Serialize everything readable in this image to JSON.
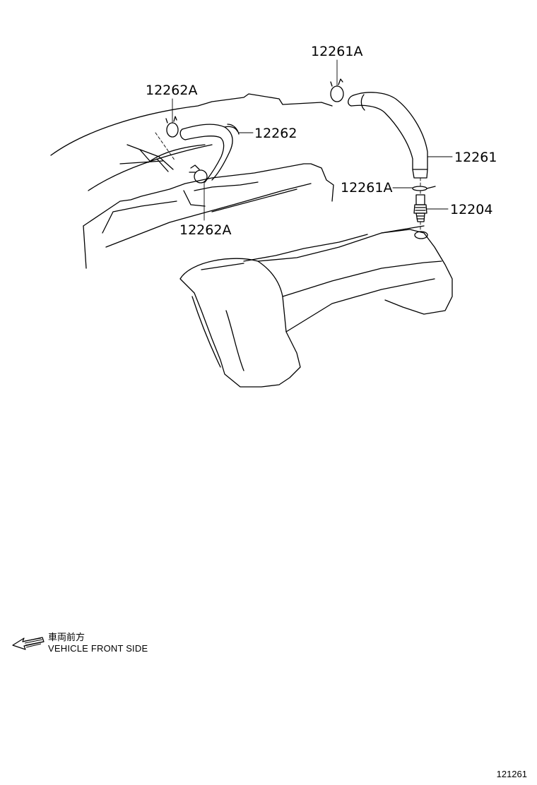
{
  "parts": {
    "p_12261A_top": "12261A",
    "p_12262A_top": "12262A",
    "p_12262": "12262",
    "p_12261": "12261",
    "p_12261A_mid": "12261A",
    "p_12204": "12204",
    "p_12262A_bottom": "12262A"
  },
  "legend": {
    "jp": "車両前方",
    "en": "VEHICLE FRONT SIDE",
    "arrow_icon": "front-direction-arrow-icon"
  },
  "figure_id": "121261"
}
